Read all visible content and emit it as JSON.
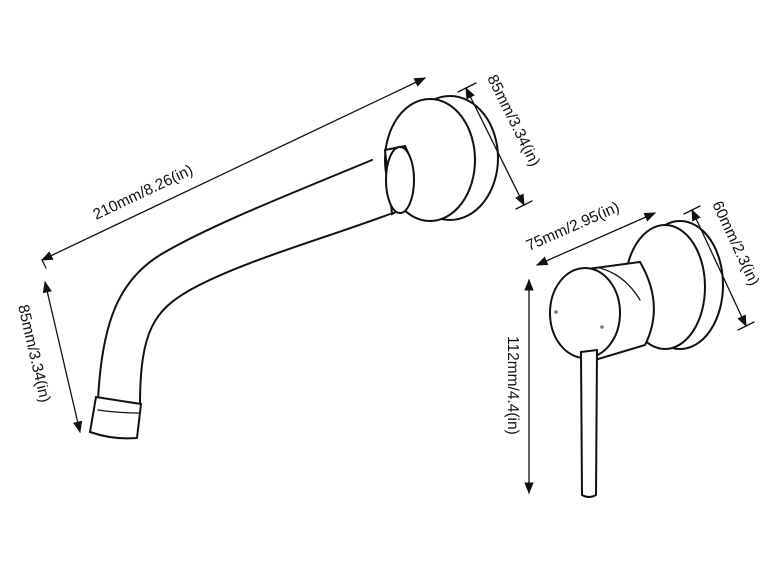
{
  "dimensions": {
    "spout_length": "210mm/8.26(in)",
    "spout_height": "85mm/3.34(in)",
    "spout_plate": "85mm/3.34(in)",
    "mixer_depth": "75mm/2.95(in)",
    "mixer_plate": "60mm/2.3(in)",
    "mixer_height": "112mm/4.4(in)"
  },
  "colors": {
    "line": "#111111",
    "background": "#ffffff"
  }
}
